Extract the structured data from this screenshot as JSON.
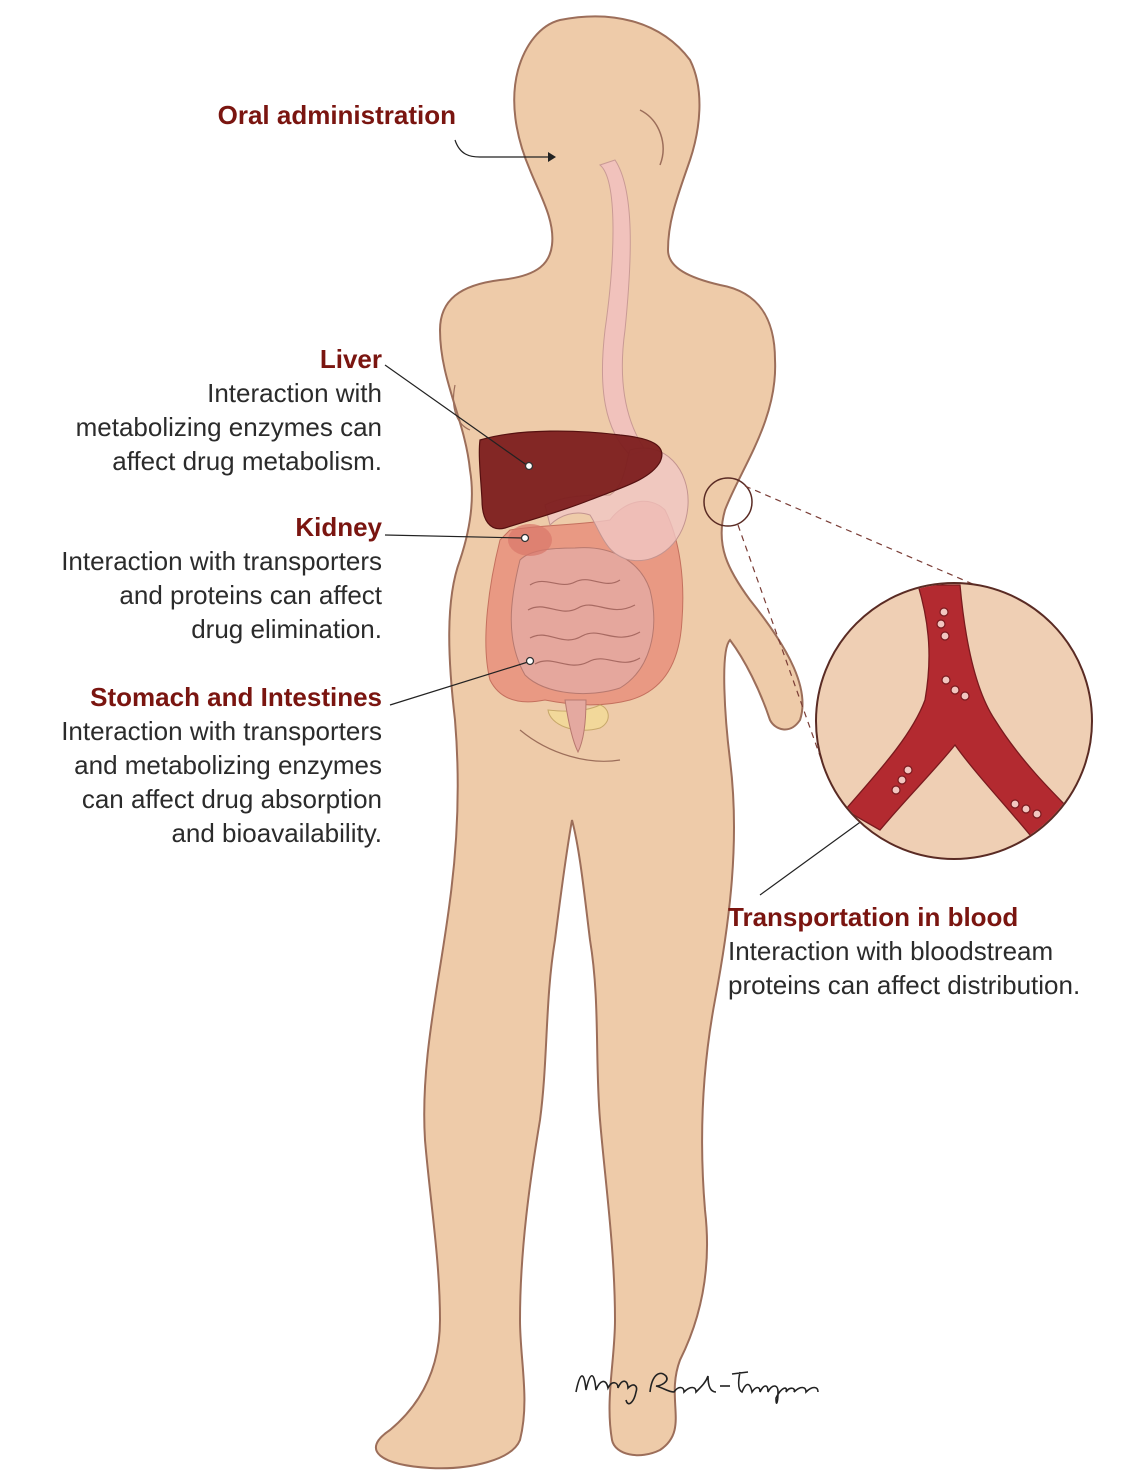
{
  "labels": {
    "oral": {
      "title": "Oral administration"
    },
    "liver": {
      "title": "Liver",
      "lines": [
        "Interaction with",
        "metabolizing enzymes can",
        "affect drug metabolism."
      ]
    },
    "kidney": {
      "title": "Kidney",
      "lines": [
        "Interaction with transporters",
        "and proteins can affect",
        "drug elimination."
      ]
    },
    "stomach": {
      "title": "Stomach and Intestines",
      "lines": [
        "Interaction with transporters",
        "and metabolizing enzymes",
        "can affect drug absorption",
        "and bioavailability."
      ]
    },
    "blood": {
      "title": "Transportation in blood",
      "lines": [
        "Interaction with bloodstream",
        "proteins can affect distribution."
      ]
    }
  },
  "signature": "Mandy Root-Thompson",
  "colors": {
    "skin": "#eecba9",
    "outline": "#9c6e5a",
    "heading": "#7a1510",
    "text": "#2b2b2b",
    "liver": "#7c1d1d",
    "intestine": "#e8907c",
    "small_intestine": "#e4a9a0",
    "blood_vessel": "#b32a30"
  }
}
